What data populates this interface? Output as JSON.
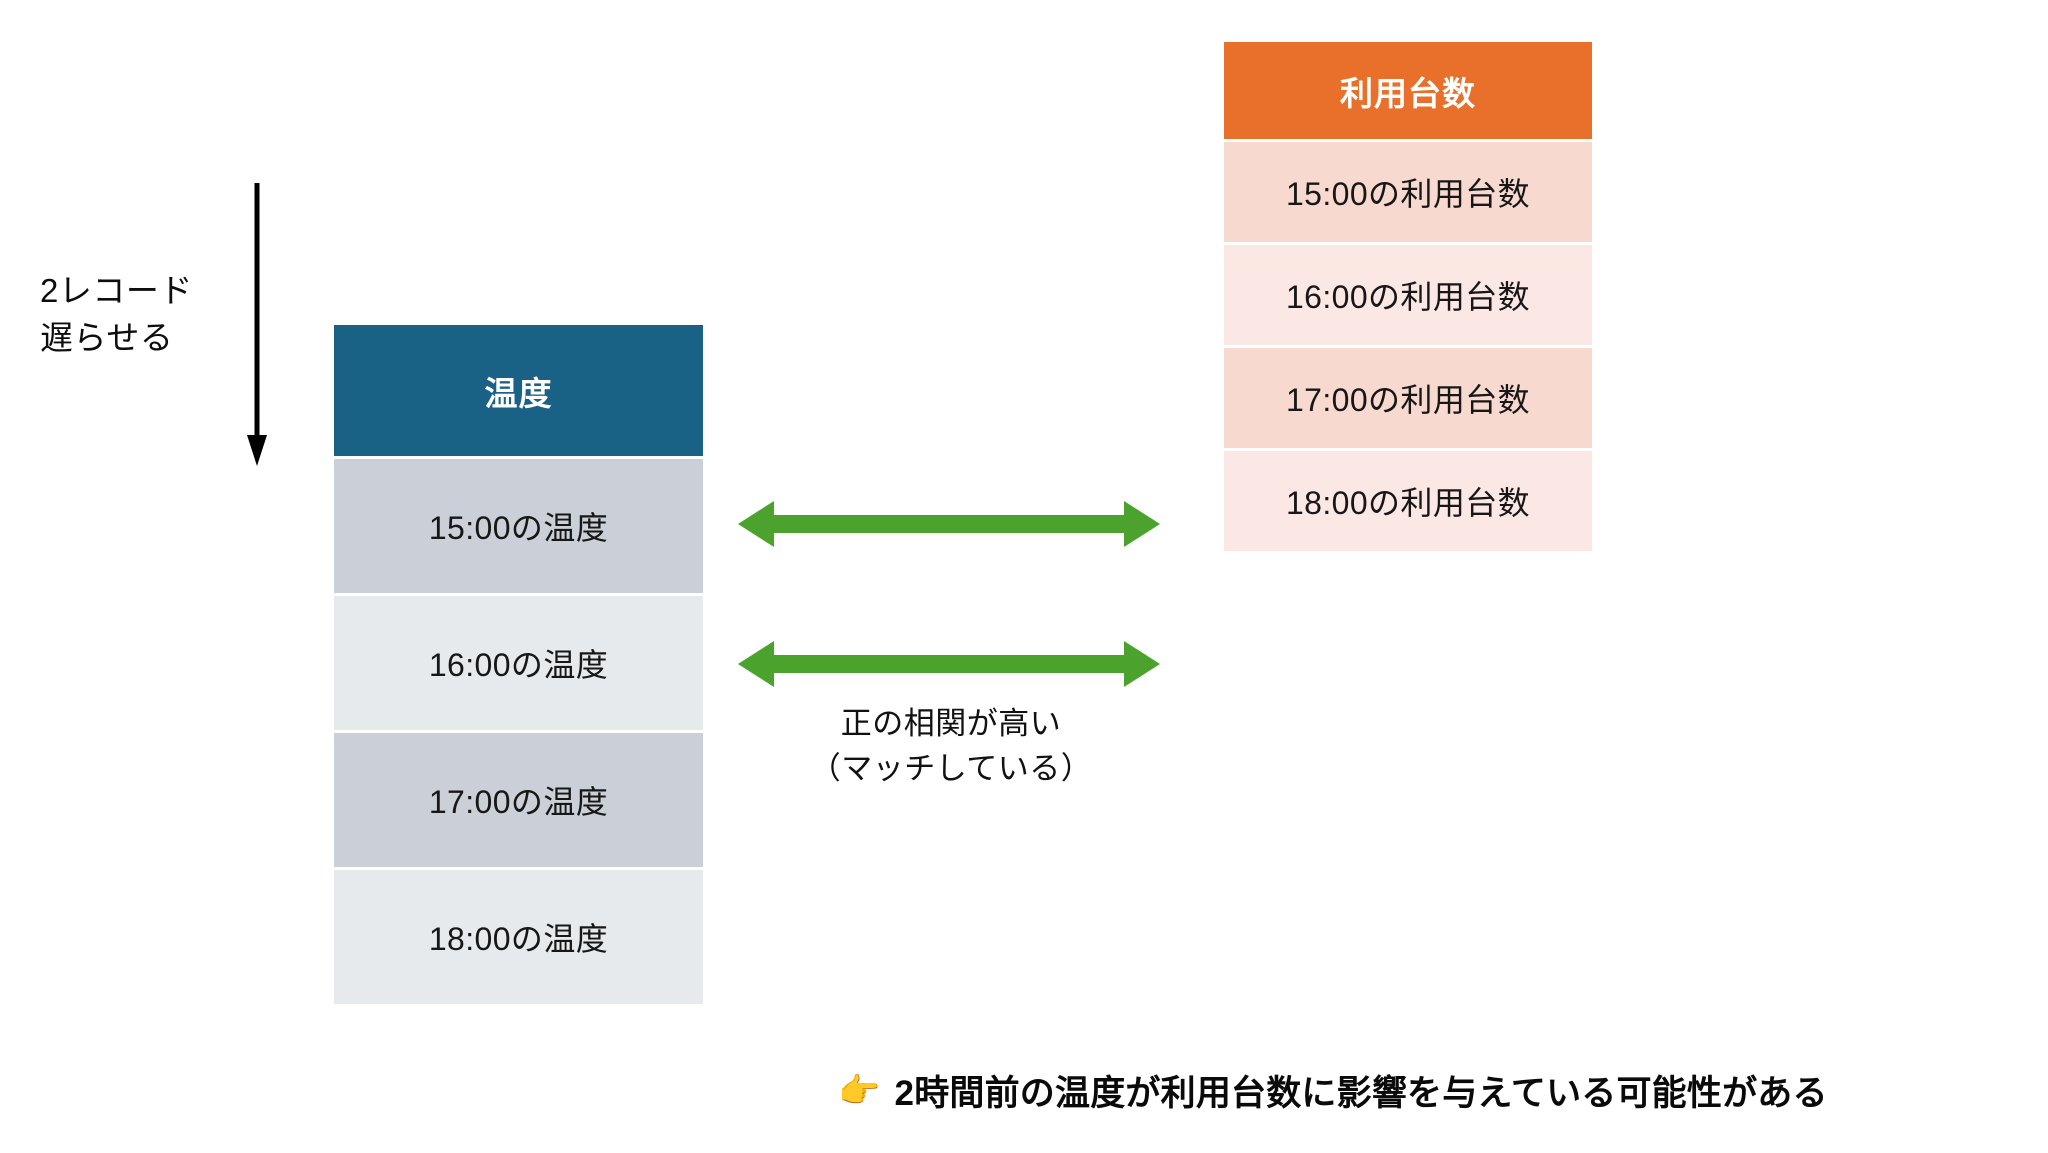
{
  "annotations": {
    "shift_label": "2レコード\n遅らせる",
    "shift_arrow_icon": "down-arrow-icon",
    "correlation_note": "正の相関が高い\n（マッチしている）",
    "correlation_arrow_icon": "double-headed-arrow-icon"
  },
  "tables": [
    {
      "id": "temperature",
      "header": "温度",
      "header_color": "#1a6186",
      "rows": [
        {
          "label": "15:00の温度",
          "band": "a",
          "band_color": "#cbcfd7"
        },
        {
          "label": "16:00の温度",
          "band": "b",
          "band_color": "#e6eaec"
        },
        {
          "label": "17:00の温度",
          "band": "a",
          "band_color": "#cbcfd7"
        },
        {
          "label": "18:00の温度",
          "band": "b",
          "band_color": "#e6eaec"
        }
      ]
    },
    {
      "id": "usage",
      "header": "利用台数",
      "header_color": "#e8702a",
      "rows": [
        {
          "label": "15:00の利用台数",
          "band": "a",
          "band_color": "#f7d9cf"
        },
        {
          "label": "16:00の利用台数",
          "band": "b",
          "band_color": "#fbe8e4"
        },
        {
          "label": "17:00の利用台数",
          "band": "a",
          "band_color": "#f7d9cf"
        },
        {
          "label": "18:00の利用台数",
          "band": "b",
          "band_color": "#fbe8e4"
        }
      ]
    }
  ],
  "conclusion": {
    "icon": "pointing-right-icon",
    "icon_glyph": "👉",
    "text": "2時間前の温度が利用台数に影響を与えている可能性がある"
  },
  "colors": {
    "temperature_header": "#1a6186",
    "usage_header": "#e8702a",
    "correlation_arrow": "#4ba22c",
    "shift_arrow": "#000000",
    "background": "#ffffff"
  }
}
